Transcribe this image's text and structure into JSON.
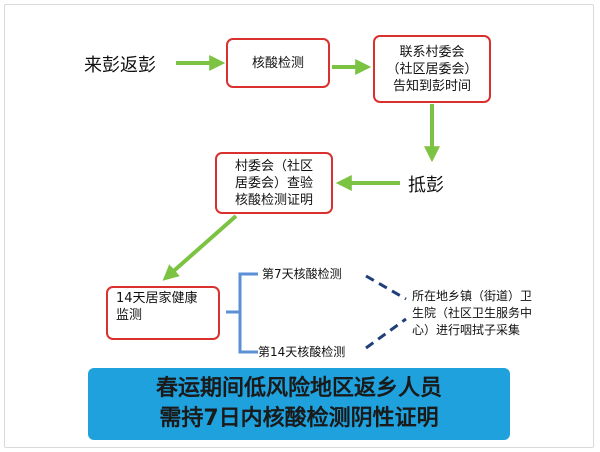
{
  "nodes": {
    "come_back": "来彭返彭",
    "nucleic_test": "核酸检测",
    "contact_committee": [
      "联系村委会",
      "（社区居委会）",
      "告知到彭时间"
    ],
    "arrive": "抵彭",
    "committee_check": [
      "村委会（社区",
      "居委会）查验",
      "核酸检测证明"
    ],
    "home_monitor": [
      "14天居家健康",
      "监测"
    ],
    "day7_test": "第7天核酸检测",
    "day14_test": "第14天核酸检测",
    "hospital_sampling": [
      "所在地乡镇（街道）卫",
      "生院（社区卫生服务中",
      "心）进行咽拭子采集"
    ]
  },
  "banner": {
    "line1": "春运期间低风险地区返乡人员",
    "line2": "需持7日内核酸检测阴性证明"
  },
  "colors": {
    "arrow_green": "#7cc243",
    "box_border": "#d9322e",
    "brace_blue": "#5b8fd6",
    "dash_navy": "#1f3f7a",
    "banner_blue": "#1ea1dd"
  }
}
